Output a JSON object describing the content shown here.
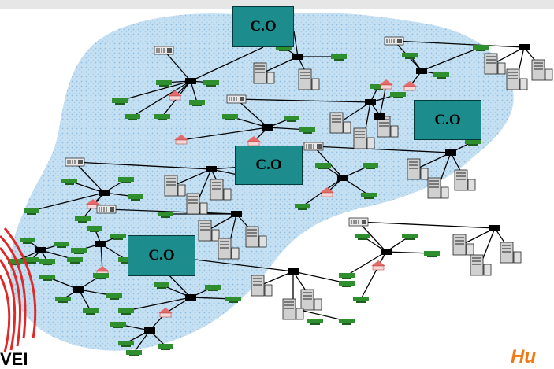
{
  "colors": {
    "cloud": "#b7d7ee",
    "co_box": "#1c8c8c",
    "brand_orange": "#f07a12",
    "line": "#000000",
    "terminal_green": "#2f8f2f",
    "house_roof": "#e56b6b",
    "logo_red": "#e02a2a"
  },
  "central_offices": [
    {
      "id": "co-top",
      "label": "C.O"
    },
    {
      "id": "co-right",
      "label": "C.O"
    },
    {
      "id": "co-middle",
      "label": "C.O"
    },
    {
      "id": "co-bottom-left",
      "label": "C.O"
    }
  ],
  "logo": {
    "left_text": "VEI",
    "right_text": "Hu"
  },
  "icons": {
    "switch": "switch-node-icon",
    "modem": "modem-icon",
    "computer": "computer-tower-icon",
    "house": "house-icon",
    "logo": "huawei-petal-logo"
  }
}
